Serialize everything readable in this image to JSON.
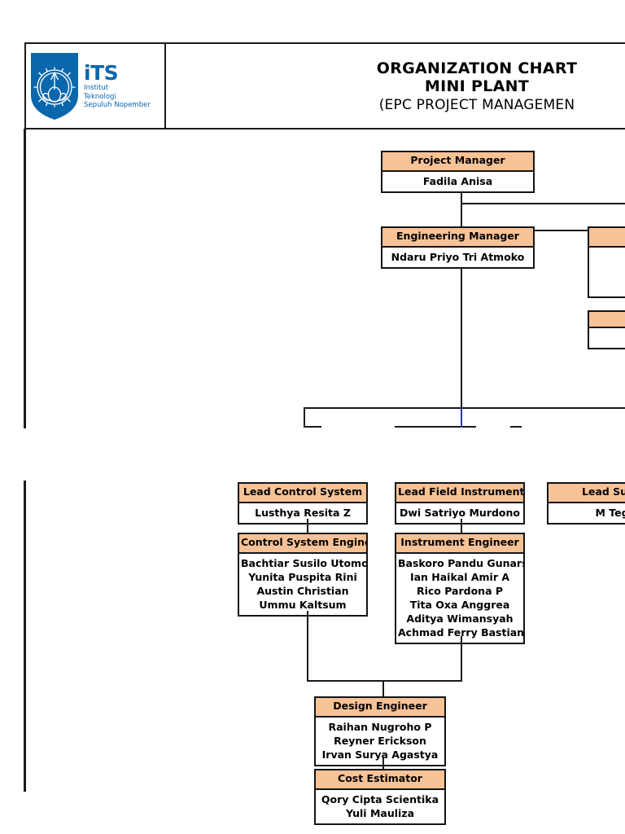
{
  "document": {
    "logo": {
      "acronym": "iTS",
      "line1": "Institut",
      "line2": "Teknologi",
      "line3": "Sepuluh Nopember",
      "brand_color": "#0a67ac",
      "icon": "its-gear-shield-logo"
    },
    "title": {
      "line1": "ORGANIZATION CHART",
      "line2": "MINI PLANT",
      "line3": "(EPC PROJECT MANAGEMEN"
    }
  },
  "theme": {
    "node_header_fill": "#f7c295",
    "node_border": "#141414",
    "connector": "#1a1a1a",
    "highlight_connector": "#2b30d6"
  },
  "chart_data": {
    "type": "diagram",
    "title": "ORGANIZATION CHART MINI PLANT (EPC PROJECT MANAGEMEN",
    "nodes": [
      {
        "id": "project-manager",
        "title": "Project Manager",
        "members": [
          "Fadila Anisa"
        ]
      },
      {
        "id": "engineering-manager",
        "title": "Engineering Manager",
        "members": [
          "Ndaru Priyo Tri Atmoko"
        ]
      },
      {
        "id": "lead-control-system",
        "title": "Lead Control System",
        "members": [
          "Lusthya Resita Z"
        ]
      },
      {
        "id": "lead-field-instrument",
        "title": "Lead Field Instrument",
        "members": [
          "Dwi Satriyo Murdono"
        ]
      },
      {
        "id": "lead-support",
        "title": "Lead Supp",
        "members": [
          "M Teg"
        ]
      },
      {
        "id": "control-system-engineer",
        "title": "Control System Engineer",
        "members": [
          "Bachtiar Susilo Utomo",
          "Yunita Puspita Rini",
          "Austin Christian",
          "Ummu Kaltsum"
        ]
      },
      {
        "id": "instrument-engineer",
        "title": "Instrument Engineer",
        "members": [
          "Baskoro Pandu Gunarso",
          "Ian Haikal Amir A",
          "Rico Pardona P",
          "Tita Oxa Anggrea",
          "Aditya Wimansyah",
          "Achmad Ferry Bastian"
        ]
      },
      {
        "id": "design-engineer",
        "title": "Design Engineer",
        "members": [
          "Raihan Nugroho P",
          "Reyner Erickson",
          "Irvan Surya Agastya"
        ]
      },
      {
        "id": "cost-estimator",
        "title": "Cost Estimator",
        "members": [
          "Qory Cipta Scientika",
          "Yuli Mauliza"
        ]
      }
    ],
    "edges": [
      {
        "from": "project-manager",
        "to": "engineering-manager"
      },
      {
        "from": "engineering-manager",
        "to": "lead-control-system"
      },
      {
        "from": "engineering-manager",
        "to": "lead-field-instrument"
      },
      {
        "from": "engineering-manager",
        "to": "lead-support"
      },
      {
        "from": "lead-control-system",
        "to": "control-system-engineer"
      },
      {
        "from": "lead-field-instrument",
        "to": "instrument-engineer"
      },
      {
        "from": "control-system-engineer",
        "to": "design-engineer"
      },
      {
        "from": "instrument-engineer",
        "to": "design-engineer"
      },
      {
        "from": "design-engineer",
        "to": "cost-estimator"
      }
    ]
  }
}
